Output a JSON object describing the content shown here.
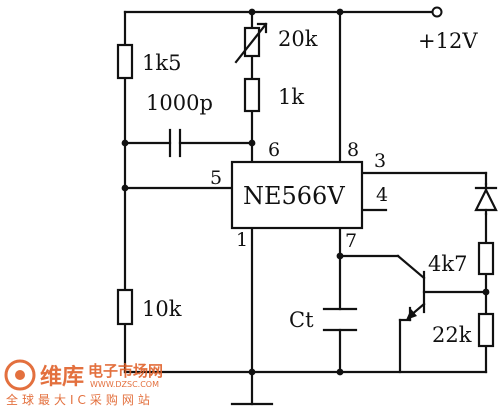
{
  "supply": {
    "label": "+12V"
  },
  "ic": {
    "name": "NE566V",
    "pins": {
      "p1": "1",
      "p3": "3",
      "p4": "4",
      "p5": "5",
      "p6": "6",
      "p7": "7",
      "p8": "8"
    }
  },
  "components": {
    "r_top_left": "1k5",
    "r_variable": "20k",
    "r_series": "1k",
    "cap_coupling": "1000p",
    "r_bottom_left": "10k",
    "cap_timing": "Ct",
    "r_base": "4k7",
    "r_base_ground": "22k"
  },
  "watermark": {
    "brand": "维库",
    "site": "电子市场网",
    "url": "WWW.DZSC.COM",
    "subtitle": "全球最大IC采购网站"
  }
}
